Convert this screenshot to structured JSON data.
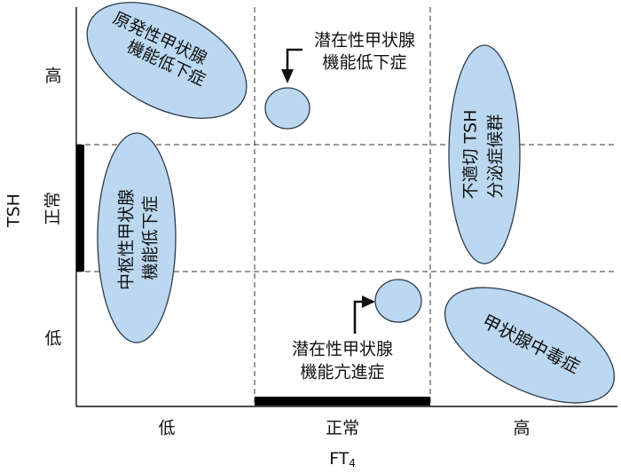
{
  "axes": {
    "y_label": "TSH",
    "y_ticks": [
      "高",
      "正常",
      "低"
    ],
    "x_label": "FT",
    "x_label_sub": "4",
    "x_ticks": [
      "低",
      "正常",
      "高"
    ]
  },
  "regions": {
    "primary_hypothyroidism": [
      "原発性甲状腺",
      "機能低下症"
    ],
    "subclinical_hypothyroidism": [
      "潜在性甲状腺",
      "機能低下症"
    ],
    "central_hypothyroidism": [
      "中枢性甲状腺",
      "機能低下症"
    ],
    "inappropriate_tsh": [
      "不適切 TSH",
      "分泌症候群"
    ],
    "subclinical_hyperthyroidism": [
      "潜在性甲状腺",
      "機能亢進症"
    ],
    "thyrotoxicosis": "甲状腺中毒症"
  },
  "colors": {
    "blob_fill": "#bcd8f0",
    "blob_stroke": "#2d3a4a",
    "normal_bar": "#000000"
  }
}
